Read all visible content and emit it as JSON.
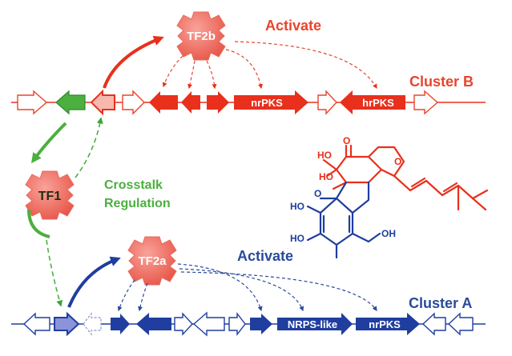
{
  "labels": {
    "activate_top": "Activate",
    "activate_bottom": "Activate",
    "cluster_b": "Cluster B",
    "cluster_a": "Cluster A",
    "crosstalk": "Crosstalk",
    "regulation": "Regulation"
  },
  "factors": {
    "tf1": "TF1",
    "tf2a": "TF2a",
    "tf2b": "TF2b"
  },
  "genes": {
    "cluster_b_nrpks": "nrPKS",
    "cluster_b_hrpks": "hrPKS",
    "cluster_a_nrps_like": "NRPS-like",
    "cluster_a_nrpks": "nrPKS"
  },
  "molecule_atoms": {
    "oh_top": "HO",
    "oh_mid": "HO",
    "ring_o_top": "O",
    "carbonyl_o": "O",
    "ring_o_bottom": "O",
    "ho_left_1": "HO",
    "ho_left_2": "HO",
    "oh_right": "OH"
  },
  "colors": {
    "red": "#e8301c",
    "light_red": "#f26a5c",
    "blue": "#1f3ea0",
    "light_blue": "#3d63c2",
    "green": "#4caf3f",
    "light_green": "#8fd46e"
  }
}
